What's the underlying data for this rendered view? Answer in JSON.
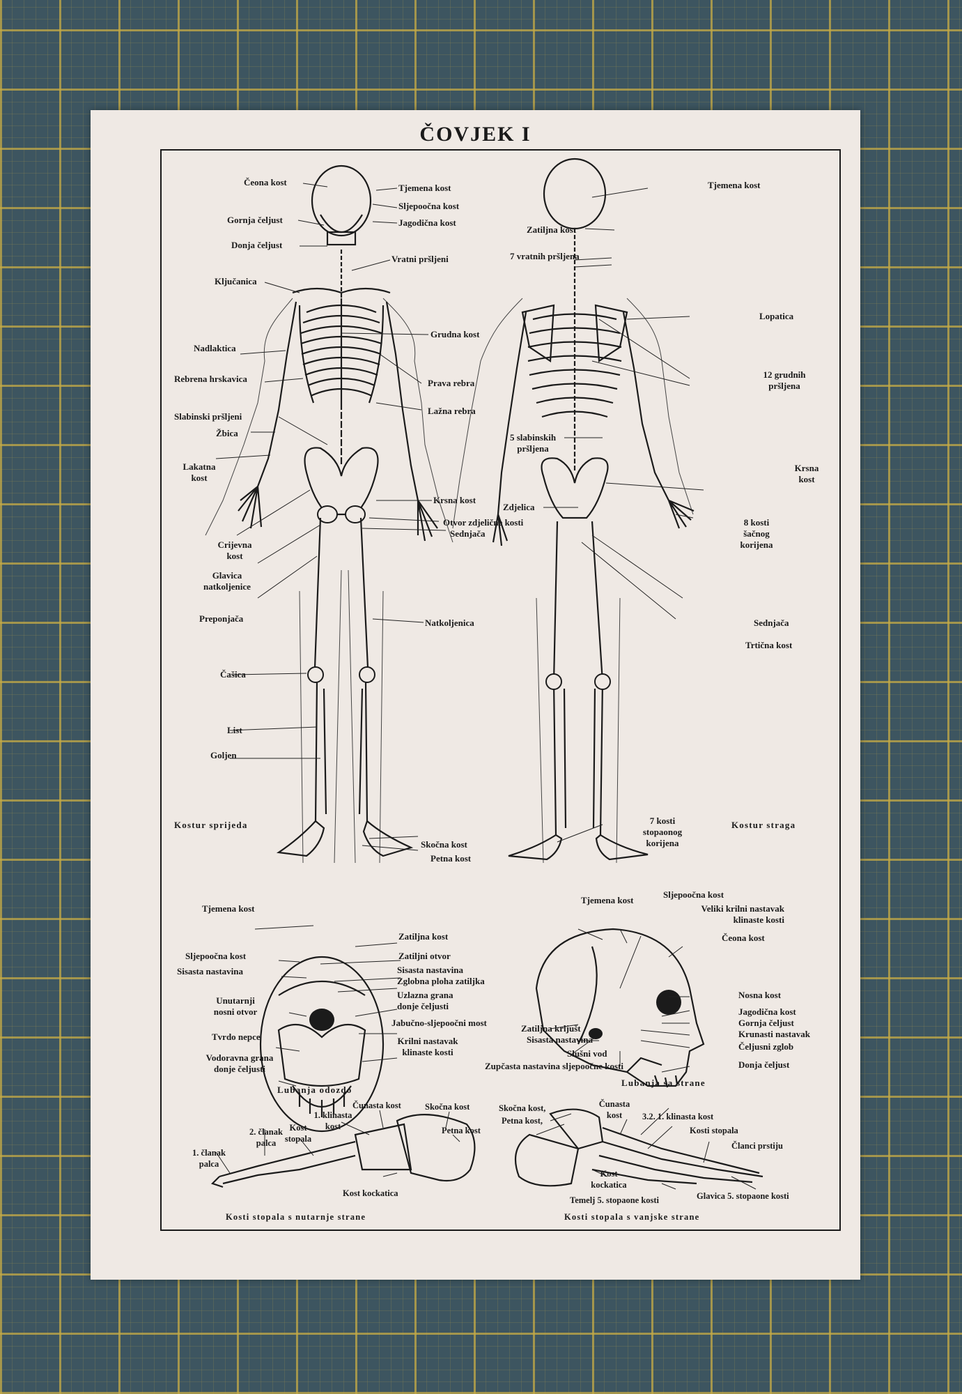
{
  "title": "ČOVJEK I",
  "figures": {
    "front_skeleton": {
      "caption": "Kostur sprijeda",
      "labels": [
        "Čeona kost",
        "Tjemena kost",
        "Sljepoočna kost",
        "Gornja čeljust",
        "Jagodična kost",
        "Donja čeljust",
        "Vratni pršljeni",
        "Ključanica",
        "Grudna kost",
        "Nadlaktica",
        "Rebrena hrskavica",
        "Prava rebra",
        "Slabinski pršljeni",
        "Lažna rebra",
        "Žbica",
        "Lakatna kost",
        "Krsna kost",
        "Otvor zdjelične kosti",
        "Sednjača",
        "Crijevna kost",
        "Glavica natkoljenice",
        "Preponjača",
        "Natkoljenica",
        "Čašica",
        "List",
        "Goljen",
        "Skočna kost",
        "Petna kost"
      ]
    },
    "back_skeleton": {
      "caption": "Kostur straga",
      "labels": [
        "Tjemena kost",
        "Zatiljna kost",
        "7 vratnih pršljena",
        "Lopatica",
        "12 grudnih pršljena",
        "5 slabinskih pršljena",
        "Krsna kost",
        "Zdjelica",
        "8 kosti šačnog korijena",
        "Sednjača",
        "Trtična kost",
        "7 kosti stopaonog korijena"
      ]
    },
    "skull_below": {
      "caption": "Lubanja odozdo",
      "labels": [
        "Tjemena kost",
        "Zatiljna kost",
        "Sljepoočna kost",
        "Zatiljni otvor",
        "Sisasta nastavina",
        "Sisasta nastavina",
        "Zglobna ploha zatiljka",
        "Unutarnji nosni otvor",
        "Uzlazna grana donje čeljusti",
        "Jabučno-sljepoočni most",
        "Tvrdo nepce",
        "Krilni nastavak klinaste kosti",
        "Vodoravna grana donje čeljusti"
      ]
    },
    "skull_side": {
      "caption": "Lubanja sa strane",
      "labels": [
        "Tjemena kost",
        "Sljepoočna kost",
        "Veliki krilni nastavak klinaste kosti",
        "Čeona kost",
        "Nosna kost",
        "Jagodična kost",
        "Gornja čeljust",
        "Zatiljna krljušt",
        "Krunasti nastavak",
        "Sisasta nastavina",
        "Čeljusni zglob",
        "Slušni vod",
        "Donja čeljust",
        "Zupčasta nastavina sljepoočne kosti"
      ]
    },
    "foot_inner": {
      "caption": "Kosti stopala s nutarnje strane",
      "labels": [
        "Čunasta kost",
        "1. klinasta kost",
        "Skočna kost",
        "2. članak palca",
        "Kost stopala",
        "Petna kost",
        "1. članak palca",
        "Kost kockatica"
      ]
    },
    "foot_outer": {
      "caption": "Kosti stopala s vanjske strane",
      "labels": [
        "Čunasta kost",
        "Skočna kost,",
        "Petna kost,",
        "3.2. 1. klinasta kost",
        "Kosti stopala",
        "Članci prstiju",
        "Kost kockatica",
        "Temelj 5. stopaone kosti",
        "Glavica 5. stopaone kosti"
      ]
    }
  }
}
